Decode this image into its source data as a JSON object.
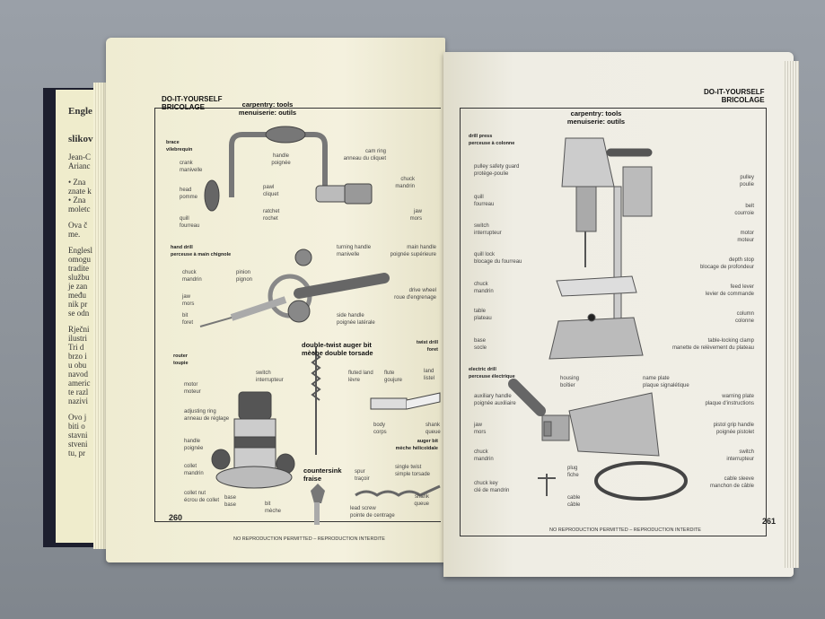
{
  "cover_text": [
    "Engle",
    "slikov",
    "Jean-C",
    "Arianc",
    "• Zna",
    "znate k",
    "• Zna",
    "moletc",
    "Ova č",
    "me.",
    "Englesl",
    "omogu",
    "tradite",
    "službu",
    "je zan",
    "među",
    "nik pr",
    "se odn",
    "Rječni",
    "ilustri",
    "Tri d",
    "brzo i",
    "u obu",
    "navod",
    "americ",
    "te razl",
    "nazivi",
    "Ovo j",
    "biti o",
    "stavni",
    "stveni",
    "tu, pr"
  ],
  "left_page": {
    "header": [
      "DO-IT-YOURSELF",
      "BRICOLAGE"
    ],
    "page_number": "260",
    "footer": "NO REPRODUCTION PERMITTED – REPRODUCTION INTERDITE",
    "labels": [
      [
        "carpentry: tools",
        "menuiserie: outils"
      ],
      [
        "brace",
        "vilebrequin"
      ],
      [
        "crank",
        "manivelle"
      ],
      [
        "head",
        "pomme"
      ],
      [
        "quill",
        "fourreau"
      ],
      [
        "handle",
        "poignée"
      ],
      [
        "cam ring",
        "anneau du cliquet"
      ],
      [
        "pawl",
        "cliquet"
      ],
      [
        "ratchet",
        "rochet"
      ],
      [
        "chuck",
        "mandrin"
      ],
      [
        "jaw",
        "mors"
      ],
      [
        "hand drill",
        "perceuse à main chignole"
      ],
      [
        "chuck",
        "mandrin"
      ],
      [
        "jaw",
        "mors"
      ],
      [
        "bit",
        "foret"
      ],
      [
        "pinion",
        "pignon"
      ],
      [
        "turning handle",
        "manivelle"
      ],
      [
        "main handle",
        "poignée supérieure"
      ],
      [
        "drive wheel",
        "roue d'engrenage"
      ],
      [
        "side handle",
        "poignée latérale"
      ],
      [
        "double-twist auger bit",
        "mèche double torsade"
      ],
      [
        "twist drill",
        "foret"
      ],
      [
        "router",
        "toupie"
      ],
      [
        "switch",
        "interrupteur"
      ],
      [
        "motor",
        "moteur"
      ],
      [
        "adjusting ring",
        "anneau de réglage"
      ],
      [
        "handle",
        "poignée"
      ],
      [
        "collet",
        "mandrin"
      ],
      [
        "collet nut",
        "écrou de collet"
      ],
      [
        "base",
        "base"
      ],
      [
        "bit",
        "mèche"
      ],
      [
        "fluted land",
        "lèvre"
      ],
      [
        "flute",
        "goujure"
      ],
      [
        "land",
        "listel"
      ],
      [
        "body",
        "corps"
      ],
      [
        "shank",
        "queue"
      ],
      [
        "auger bit",
        "mèche hélicoïdale"
      ],
      [
        "countersink",
        "fraise"
      ],
      [
        "spur",
        "traçoir"
      ],
      [
        "single twist",
        "simple torsade"
      ],
      [
        "lead screw",
        "pointe de centrage"
      ],
      [
        "shank",
        "queue"
      ]
    ]
  },
  "right_page": {
    "header": [
      "DO-IT-YOURSELF",
      "BRICOLAGE"
    ],
    "page_number": "261",
    "footer": "NO REPRODUCTION PERMITTED – REPRODUCTION INTERDITE",
    "labels": [
      [
        "carpentry: tools",
        "menuiserie: outils"
      ],
      [
        "drill press",
        "perceuse à colonne"
      ],
      [
        "pulley safety guard",
        "protège-poulie"
      ],
      [
        "quill",
        "fourreau"
      ],
      [
        "switch",
        "interrupteur"
      ],
      [
        "quill lock",
        "blocage du fourreau"
      ],
      [
        "chuck",
        "mandrin"
      ],
      [
        "table",
        "plateau"
      ],
      [
        "base",
        "socle"
      ],
      [
        "pulley",
        "poulie"
      ],
      [
        "belt",
        "courroie"
      ],
      [
        "motor",
        "moteur"
      ],
      [
        "depth stop",
        "blocage de profondeur"
      ],
      [
        "feed lever",
        "levier de commande"
      ],
      [
        "column",
        "colonne"
      ],
      [
        "table-locking clamp",
        "manette de relèvement du plateau"
      ],
      [
        "electric drill",
        "perceuse électrique"
      ],
      [
        "auxiliary handle",
        "poignée auxiliaire"
      ],
      [
        "housing",
        "boîtier"
      ],
      [
        "name plate",
        "plaque signalétique"
      ],
      [
        "warning plate",
        "plaque d'instructions"
      ],
      [
        "jaw",
        "mors"
      ],
      [
        "pistol grip handle",
        "poignée pistolet"
      ],
      [
        "chuck",
        "mandrin"
      ],
      [
        "switch",
        "interrupteur"
      ],
      [
        "plug",
        "fiche"
      ],
      [
        "cable sleeve",
        "manchon de câble"
      ],
      [
        "chuck key",
        "clé de mandrin"
      ],
      [
        "cable",
        "câble"
      ]
    ]
  }
}
